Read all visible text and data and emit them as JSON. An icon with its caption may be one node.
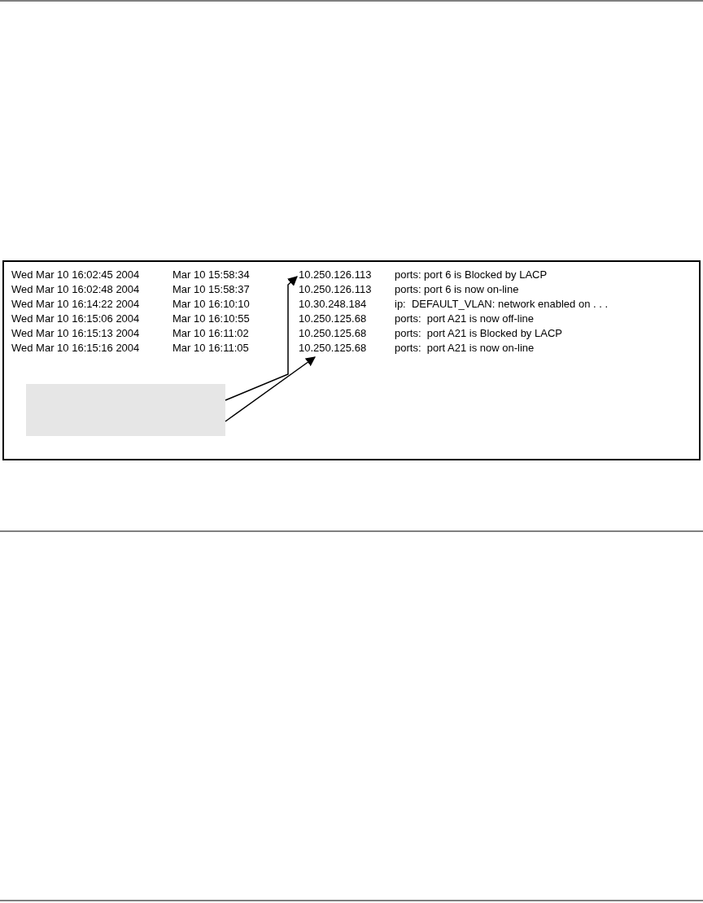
{
  "diagram": {
    "nodes": [
      {
        "text": [],
        "shape": "box"
      },
      {
        "text": [],
        "shape": "box",
        "in": 0
      },
      {
        "text": [
          "10.250.126.113"
        ],
        "in": 0
      },
      {
        "text": [
          "10.250.125.68"
        ],
        "in": 0
      }
    ],
    "edges": [
      {
        "from": 1,
        "to": 2,
        "arrow": "to"
      },
      {
        "from": 1,
        "to": 3,
        "arrow": "to"
      }
    ],
    "labels": [
      "Wed Mar 10 16:02:45 2004",
      "Mar 10 15:58:34",
      "ports: port 6 is Blocked by LACP",
      "Wed Mar 10 16:02:48 2004",
      "Mar 10 15:58:37",
      "10.250.126.113",
      "ports: port 6 is now on-line",
      "Wed Mar 10 16:14:22 2004",
      "Mar 10 16:10:10",
      "10.30.248.184",
      "ip:  DEFAULT_VLAN: network enabled on . . .",
      "Wed Mar 10 16:15:06 2004",
      "Mar 10 16:10:55",
      "10.250.125.68",
      "ports:  port A21 is now off-line",
      "Wed Mar 10 16:15:13 2004",
      "Mar 10 16:11:02",
      "10.250.125.68",
      "ports:  port A21 is Blocked by LACP",
      "Wed Mar 10 16:15:16 2004",
      "Mar 10 16:11:05",
      "ports:  port A21 is now on-line"
    ]
  }
}
